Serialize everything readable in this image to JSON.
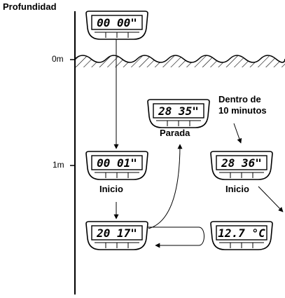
{
  "axis": {
    "title": "Profundidad",
    "tick_surface": "0m",
    "tick_1m": "1m"
  },
  "displays": {
    "start_top": "00 00\"",
    "at_1m": "00 01\"",
    "mid_lower": "20 17\"",
    "stop": "28 35\"",
    "resume": "28 36\"",
    "temp": "12.7 °C"
  },
  "labels": {
    "stop": "Parada",
    "start_1": "Inicio",
    "start_2": "Inicio",
    "note": "Dentro de\n10 minutos"
  },
  "colors": {
    "ink": "#000000",
    "background": "#ffffff"
  }
}
